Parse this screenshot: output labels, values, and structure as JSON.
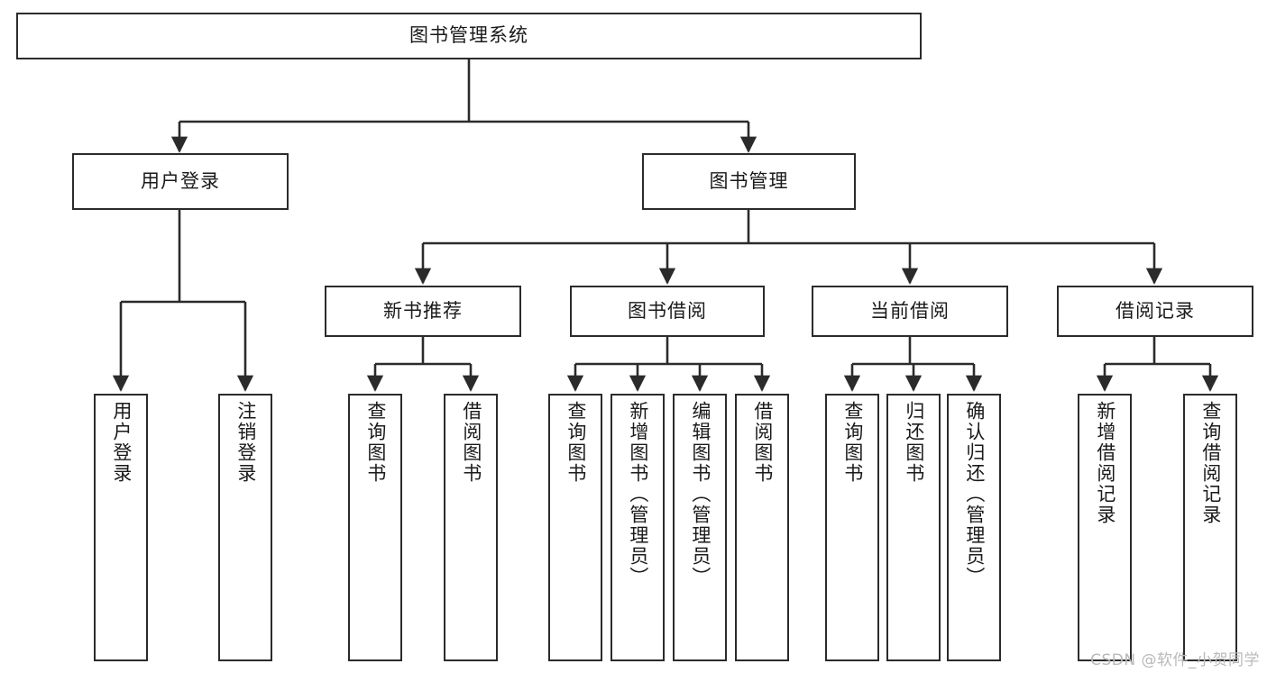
{
  "diagram": {
    "title": "图书管理系统",
    "watermark": "CSDN @软件_小贺同学",
    "line_color": "#2b2b2b",
    "box_fill": "#ffffff",
    "text_color": "#1a1a1a",
    "watermark_color": "#b9b9b9",
    "root": {
      "label": "图书管理系统"
    },
    "level2": [
      {
        "label": "用户登录"
      },
      {
        "label": "图书管理"
      }
    ],
    "level3": [
      {
        "label": "新书推荐"
      },
      {
        "label": "图书借阅"
      },
      {
        "label": "当前借阅"
      },
      {
        "label": "借阅记录"
      }
    ],
    "leaves": {
      "user_login": [
        {
          "label": "用户登录"
        },
        {
          "label": "注销登录"
        }
      ],
      "new_book": [
        {
          "label": "查询图书"
        },
        {
          "label": "借阅图书"
        }
      ],
      "book_borrow": [
        {
          "label": "查询图书"
        },
        {
          "label": "新增图书（管理员）"
        },
        {
          "label": "编辑图书（管理员）"
        },
        {
          "label": "借阅图书"
        }
      ],
      "current_borrow": [
        {
          "label": "查询图书"
        },
        {
          "label": "归还图书"
        },
        {
          "label": "确认归还（管理员）"
        }
      ],
      "borrow_record": [
        {
          "label": "新增借阅记录"
        },
        {
          "label": "查询借阅记录"
        }
      ]
    }
  }
}
